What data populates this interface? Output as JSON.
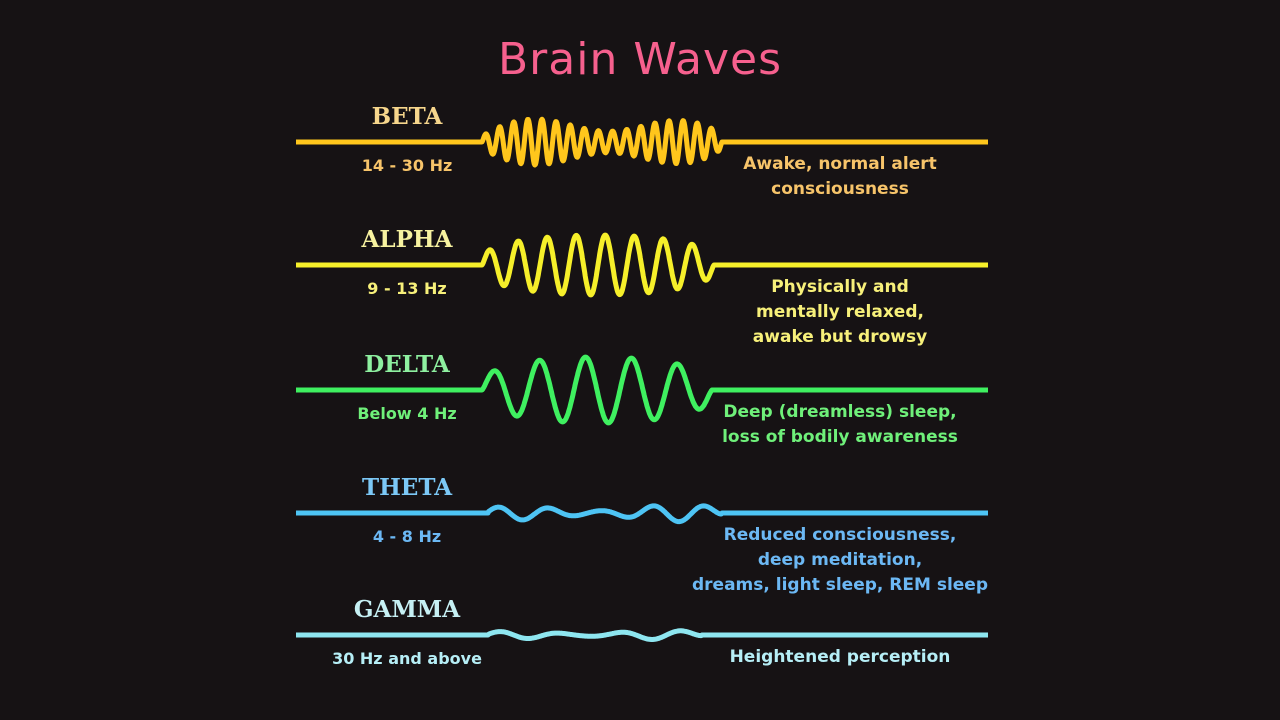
{
  "title": "Brain Waves",
  "waves": [
    {
      "name": "BETA",
      "frequency": "14 - 30 Hz",
      "description": [
        "Awake, normal alert",
        "consciousness"
      ],
      "color": "#ffc61c",
      "text_color": "#f7c46a",
      "name_color": "#f7d68c"
    },
    {
      "name": "ALPHA",
      "frequency": "9 - 13 Hz",
      "description": [
        "Physically and",
        "mentally relaxed,",
        "awake but drowsy"
      ],
      "color": "#f6ef2a",
      "text_color": "#f7f07a",
      "name_color": "#f7f2a0"
    },
    {
      "name": "DELTA",
      "frequency": "Below 4 Hz",
      "description": [
        "Deep (dreamless) sleep,",
        "loss of bodily awareness"
      ],
      "color": "#3ff060",
      "text_color": "#6ff07a",
      "name_color": "#8ef0a0"
    },
    {
      "name": "THETA",
      "frequency": "4 - 8 Hz",
      "description": [
        "Reduced consciousness,",
        "deep meditation,",
        "dreams, light sleep, REM sleep"
      ],
      "color": "#4ec4f4",
      "text_color": "#6cb8f4",
      "name_color": "#7cc8f6"
    },
    {
      "name": "GAMMA",
      "frequency": "30 Hz and above",
      "description": [
        "Heightened perception"
      ],
      "color": "#8ee6f0",
      "text_color": "#b6eef6",
      "name_color": "#c6f0f4"
    }
  ]
}
